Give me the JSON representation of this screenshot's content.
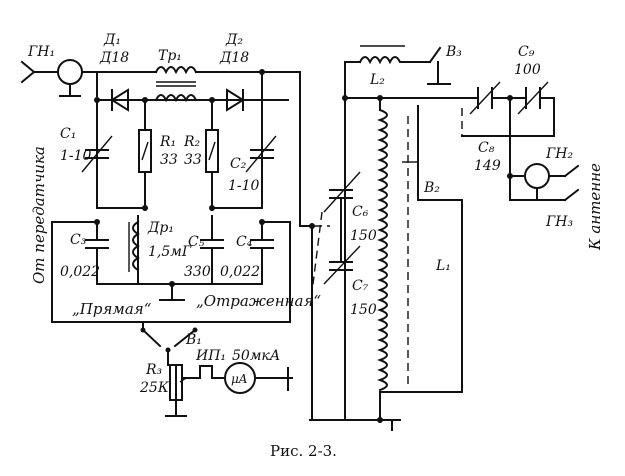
{
  "labels": {
    "gn1": "ГН₁",
    "d1_a": "Д₁",
    "d1_b": "Д18",
    "tr1": "Тр₁",
    "d2_a": "Д₂",
    "d2_b": "Д18",
    "c1_a": "С₁",
    "c1_b": "1-10",
    "r1_a": "R₁",
    "r1_b": "33",
    "r2_a": "R₂",
    "r2_b": "33",
    "c2_a": "С₂",
    "c2_b": "1-10",
    "c3_a": "С₃",
    "c3_b": "0,022",
    "dr1_a": "Др₁",
    "dr1_b": "1,5мГ",
    "c5_a": "С₅",
    "c5_b": "330",
    "c4_a": "С₄",
    "c4_b": "0,022",
    "direct": "„Прямая“",
    "reflected": "„Отраженная“",
    "b1": "В₁",
    "r3_a": "R₃",
    "r3_b": "25К",
    "ip1": "ИП₁",
    "meter_range": "50мкА",
    "meter_symbol": "μA",
    "l2": "L₂",
    "b3": "В₃",
    "c6_a": "С₆",
    "c6_b": "150",
    "c7_a": "С₇",
    "c7_b": "150",
    "b2": "В₂",
    "l1": "L₁",
    "c9_a": "С₉",
    "c9_b": "100",
    "c8_a": "С₈",
    "c8_b": "149",
    "gn2": "ГН₂",
    "gn3": "ГН₃",
    "from_transmitter": "От передатчика",
    "to_antenna": "К антенне"
  },
  "caption": "Рис.  2-3."
}
